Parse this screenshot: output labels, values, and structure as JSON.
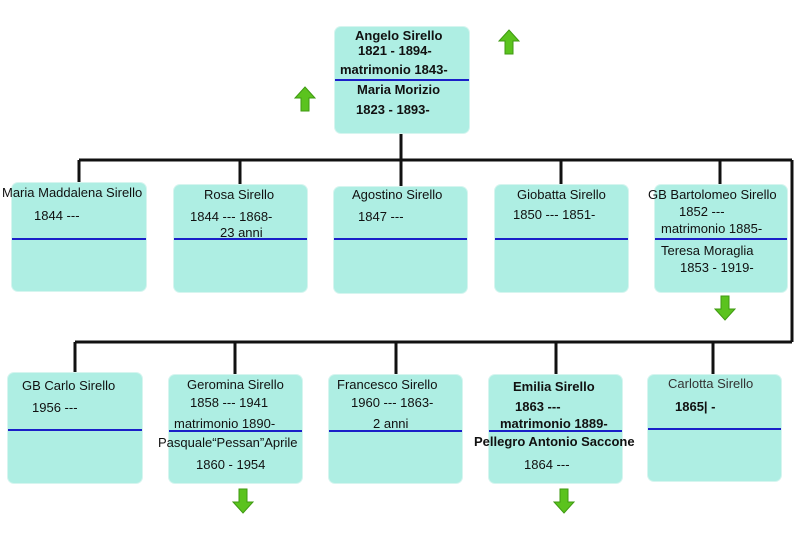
{
  "root": {
    "name": "Angelo Sirello",
    "years": "1821 - 1894-",
    "marriage": "matrimonio 1843-",
    "spouse": "Maria Morizio",
    "spouse_years": "1823  - 1893-"
  },
  "gen1": [
    {
      "name": "Maria Maddalena Sirello",
      "line2": "1844 ---"
    },
    {
      "name": "Rosa Sirello",
      "line2": "1844 --- 1868-",
      "line3": "23 anni"
    },
    {
      "name": "Agostino Sirello",
      "line2": "1847 ---"
    },
    {
      "name": "Giobatta Sirello",
      "line2": "1850 --- 1851-"
    },
    {
      "name": "GB Bartolomeo Sirello",
      "line2": "1852 ---",
      "marriage": "matrimonio 1885-",
      "spouse": "Teresa Moraglia",
      "spouse_years": "1853 - 1919-"
    }
  ],
  "gen2": [
    {
      "name": "GB Carlo Sirello",
      "line2": "1956 ---"
    },
    {
      "name": "Geromina Sirello",
      "line2": "1858 --- 1941",
      "marriage": "matrimonio 1890-",
      "spouse": "Pasquale“Pessan”Aprile",
      "spouse_years": "1860 - 1954"
    },
    {
      "name": "Francesco Sirello",
      "line2": "1960 --- 1863-",
      "line3": "2 anni"
    },
    {
      "name": "Emilia Sirello",
      "line2": "1863 ---",
      "marriage": "matrimonio 1889-",
      "spouse": "Pellegro Antonio Saccone",
      "spouse_years": "1864 ---"
    },
    {
      "name": "Carlotta Sirello",
      "line2": "1865| -"
    }
  ],
  "colors": {
    "box": "#aeeee3",
    "separator": "#1a1fc8",
    "arrow": "#5bc31e"
  },
  "icons": [
    "arrow-up-icon",
    "arrow-down-icon"
  ]
}
